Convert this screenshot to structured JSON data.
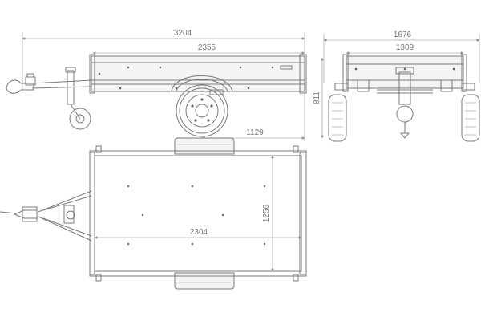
{
  "dimensions": {
    "overall_length": "3204",
    "box_length_side": "2355",
    "overall_width": "1676",
    "box_width_front": "1309",
    "height": "811",
    "axle_distance": "1129",
    "box_width_top": "1256",
    "box_length_top": "2304"
  },
  "colors": {
    "line": "#7a7a7a",
    "text": "#777777",
    "background": "#ffffff"
  }
}
